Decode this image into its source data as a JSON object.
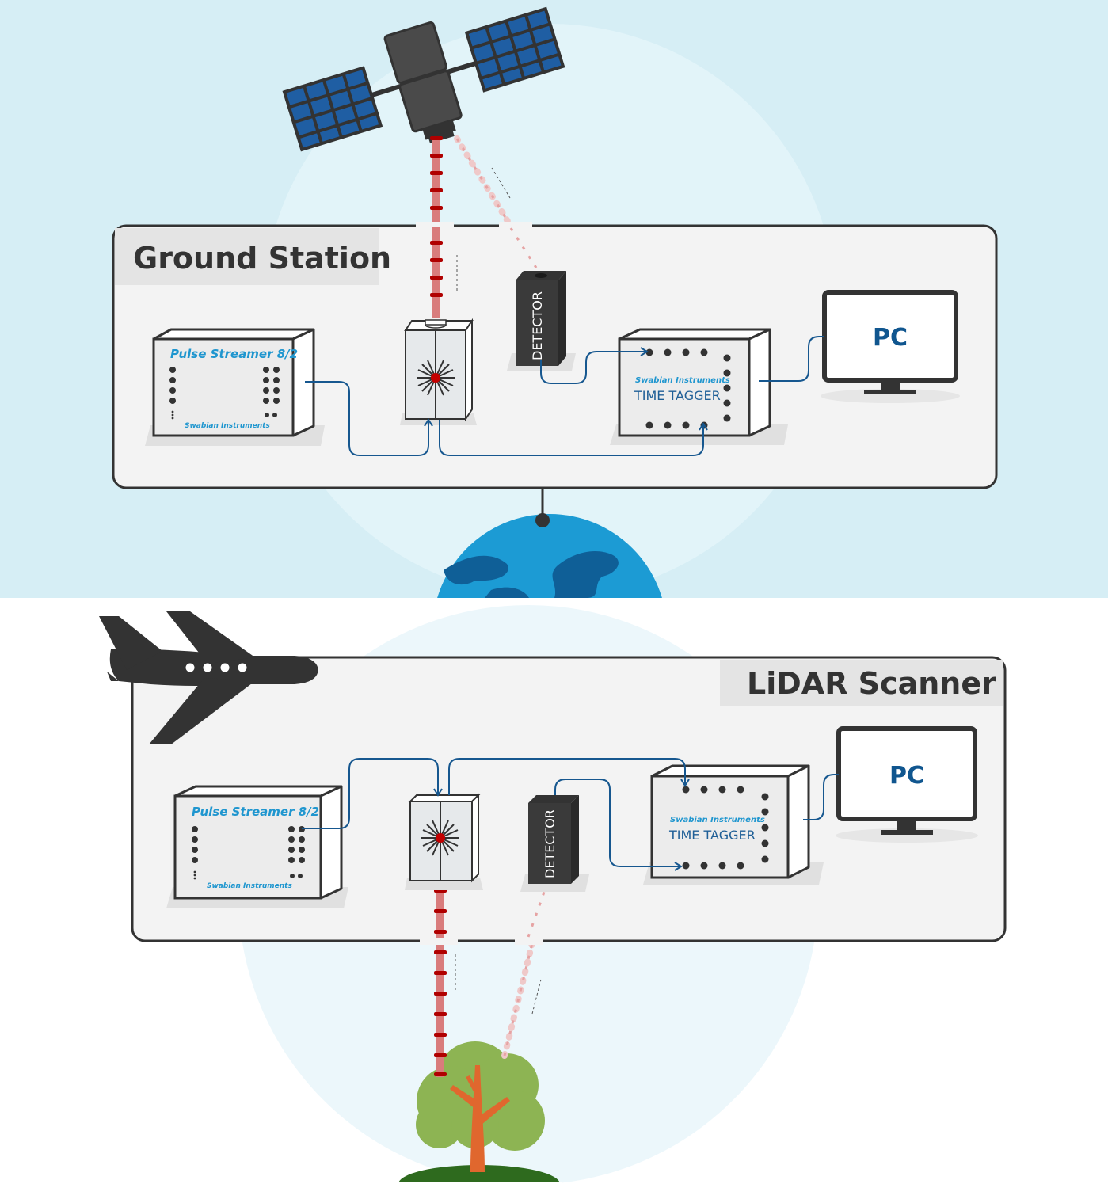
{
  "colors": {
    "sky": "#d6eef5",
    "halo": "#e3f4f9",
    "panel": "#f3f3f3",
    "outline": "#333333",
    "cable": "#16578f",
    "laser": "#c40000",
    "earth": "#1c9bd4",
    "earth_dark": "#0f5f97",
    "tree": "#8db453",
    "trunk": "#e0672e",
    "dark_device": "#3a3a3a"
  },
  "ground_station": {
    "title": "Ground Station",
    "pulse_streamer": {
      "name": "Pulse Streamer 8/2",
      "brand": "Swabian Instruments"
    },
    "detector": {
      "label": "DETECTOR"
    },
    "time_tagger": {
      "brand": "Swabian Instruments",
      "label": "TIME TAGGER"
    },
    "pc": {
      "label": "PC"
    },
    "icons": [
      "satellite-icon",
      "earth-icon",
      "laser-source-icon",
      "monitor-icon"
    ]
  },
  "lidar": {
    "title": "LiDAR Scanner",
    "pulse_streamer": {
      "name": "Pulse Streamer 8/2",
      "brand": "Swabian Instruments"
    },
    "detector": {
      "label": "DETECTOR"
    },
    "time_tagger": {
      "brand": "Swabian Instruments",
      "label": "TIME TAGGER"
    },
    "pc": {
      "label": "PC"
    },
    "icons": [
      "airplane-icon",
      "tree-icon",
      "laser-source-icon",
      "monitor-icon"
    ]
  }
}
